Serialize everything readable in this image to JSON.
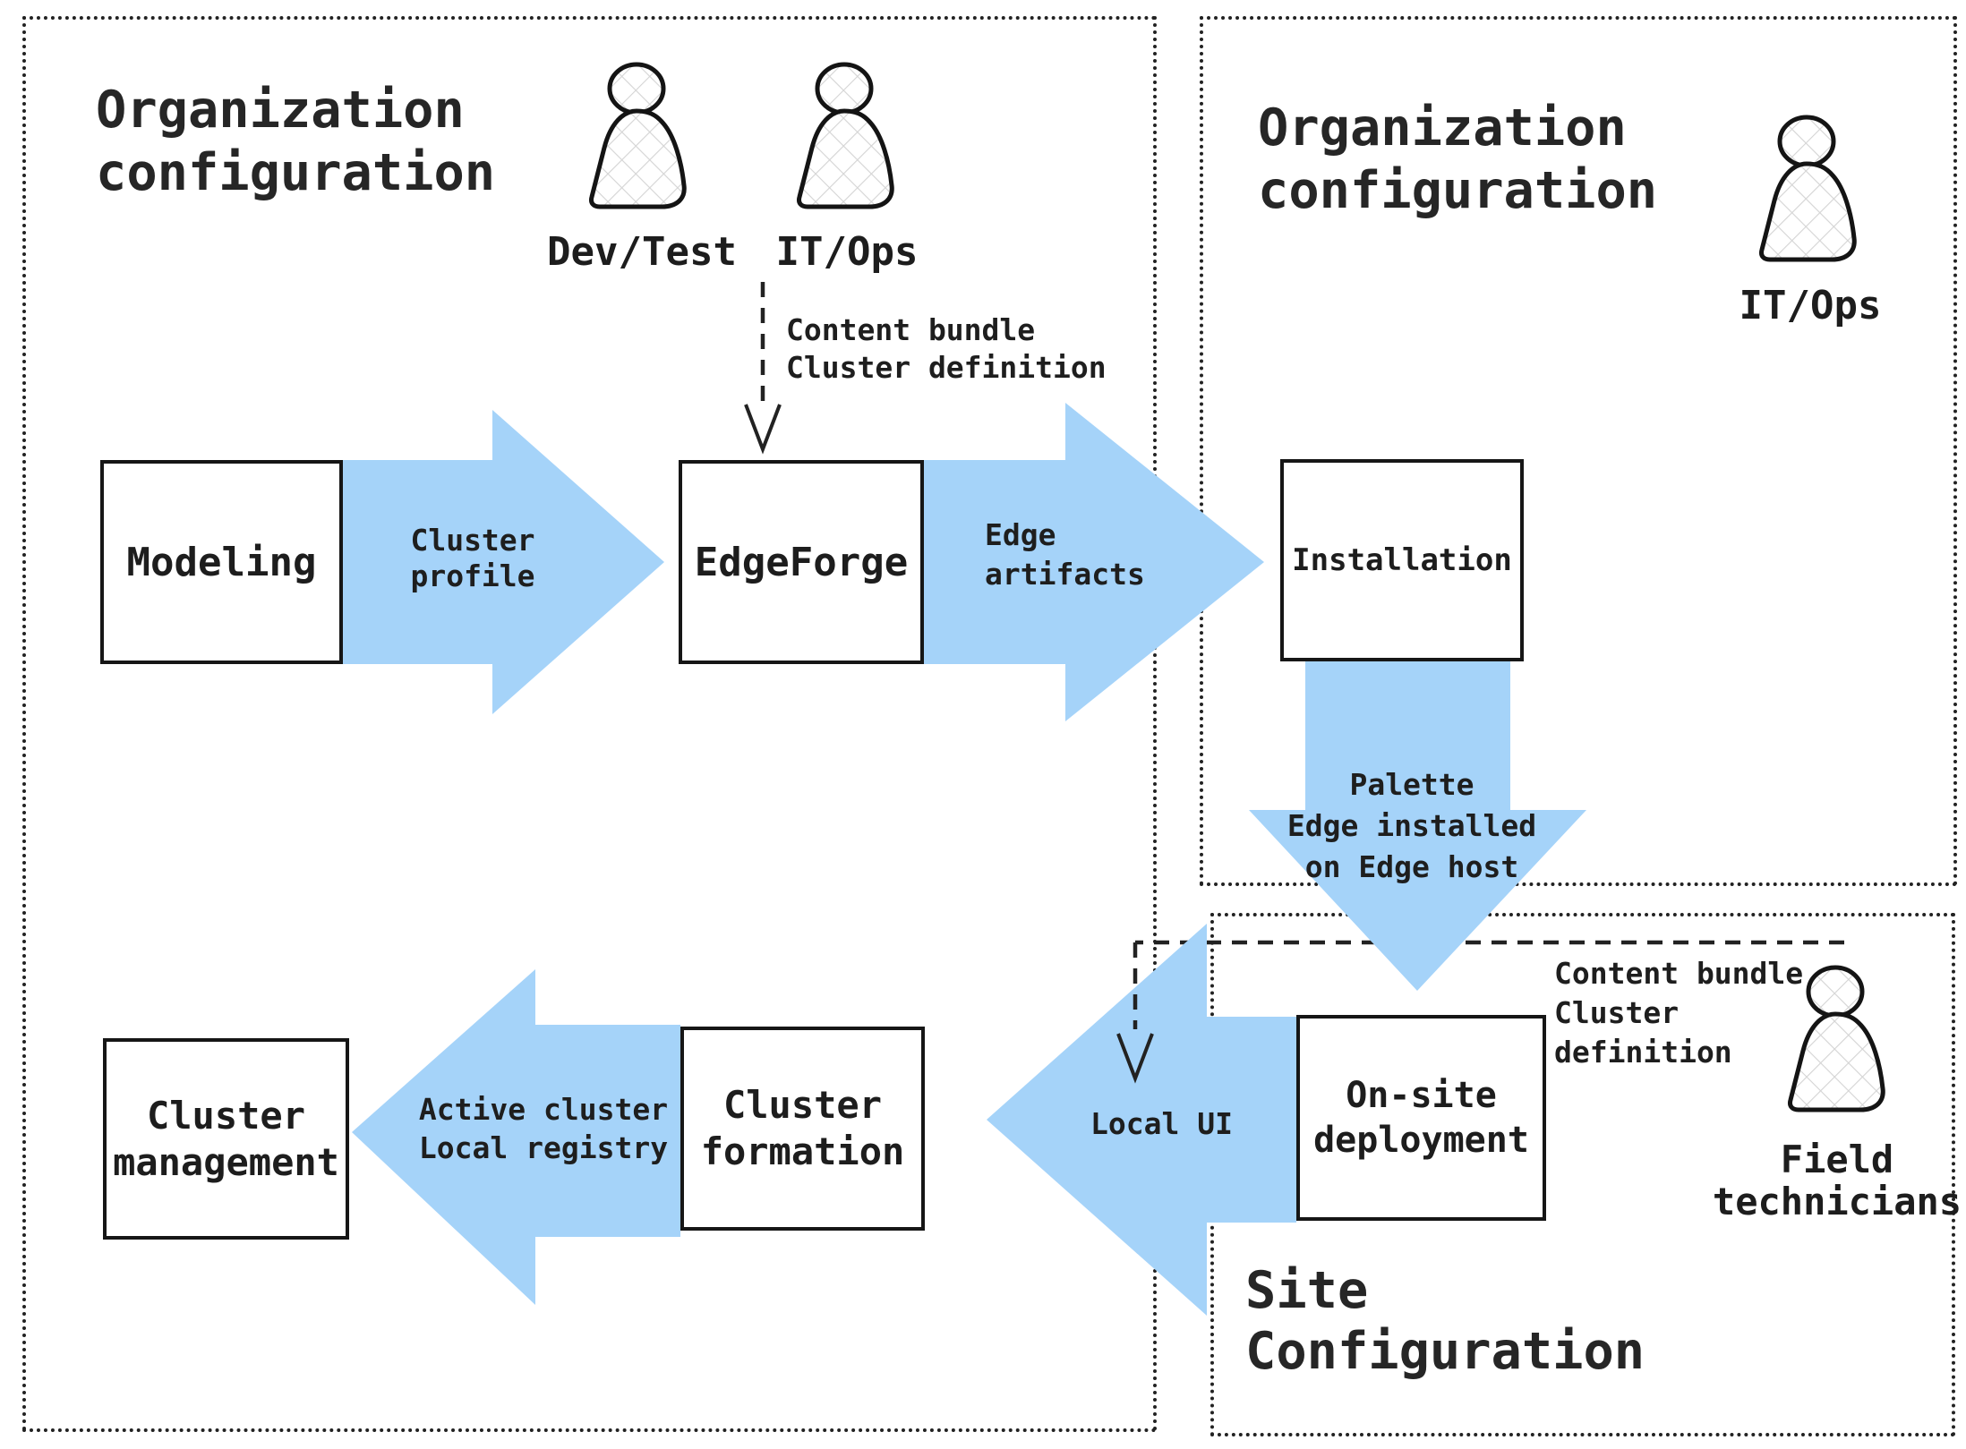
{
  "colors": {
    "arrow": "#a5d3f9",
    "ink": "#222222"
  },
  "regions": {
    "org_left": {
      "title": "Organization\nconfiguration"
    },
    "org_right": {
      "title": "Organization\nconfiguration"
    },
    "site": {
      "title": "Site\nConfiguration"
    }
  },
  "actors": {
    "dev_test": "Dev/Test",
    "it_ops_left": "IT/Ops",
    "it_ops_right": "IT/Ops",
    "field_technicians": "Field\ntechnicians"
  },
  "nodes": {
    "modeling": "Modeling",
    "edgeforge": "EdgeForge",
    "installation": "Installation",
    "cluster_management": "Cluster\nmanagement",
    "cluster_formation": "Cluster\nformation",
    "onsite_deployment": "On-site\ndeployment"
  },
  "flows": {
    "cluster_profile": "Cluster\nprofile",
    "edge_artifacts": "Edge\nartifacts",
    "palette_edge": "Palette\nEdge installed\non Edge host",
    "active_cluster": "Active cluster\nLocal registry",
    "local_ui": "Local UI",
    "content_bundle_top": "Content bundle\nCluster definition",
    "content_bundle_site": "Content bundle\nCluster\ndefinition"
  }
}
